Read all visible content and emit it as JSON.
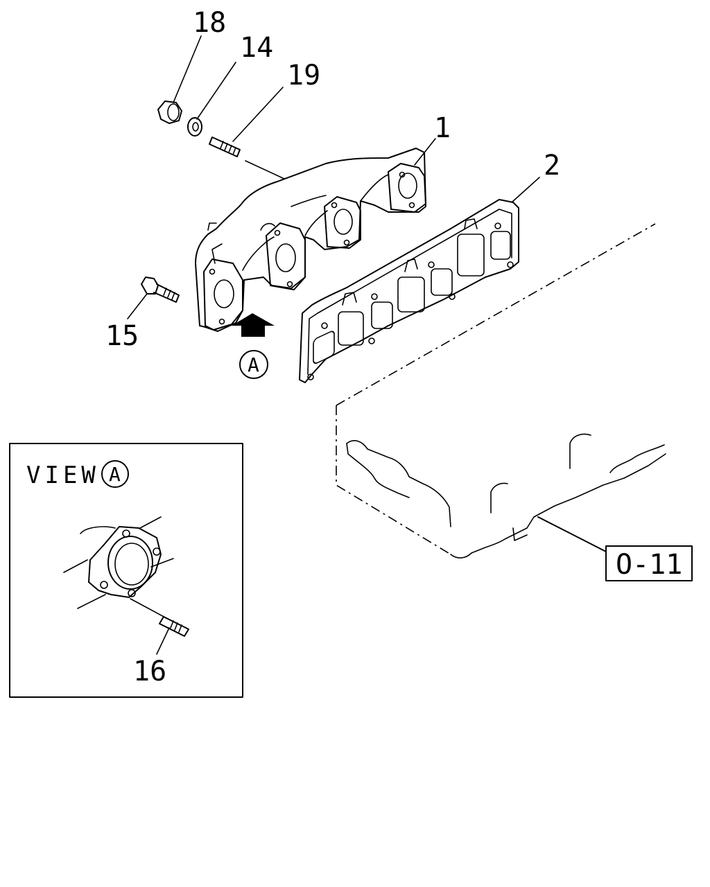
{
  "callouts": {
    "p1": "1",
    "p2": "2",
    "p14": "14",
    "p15": "15",
    "p16": "16",
    "p18": "18",
    "p19": "19"
  },
  "view_marker": "A",
  "view_inset": {
    "title_word": "VIEW",
    "title_marker": "A"
  },
  "reference_box": "O-11"
}
